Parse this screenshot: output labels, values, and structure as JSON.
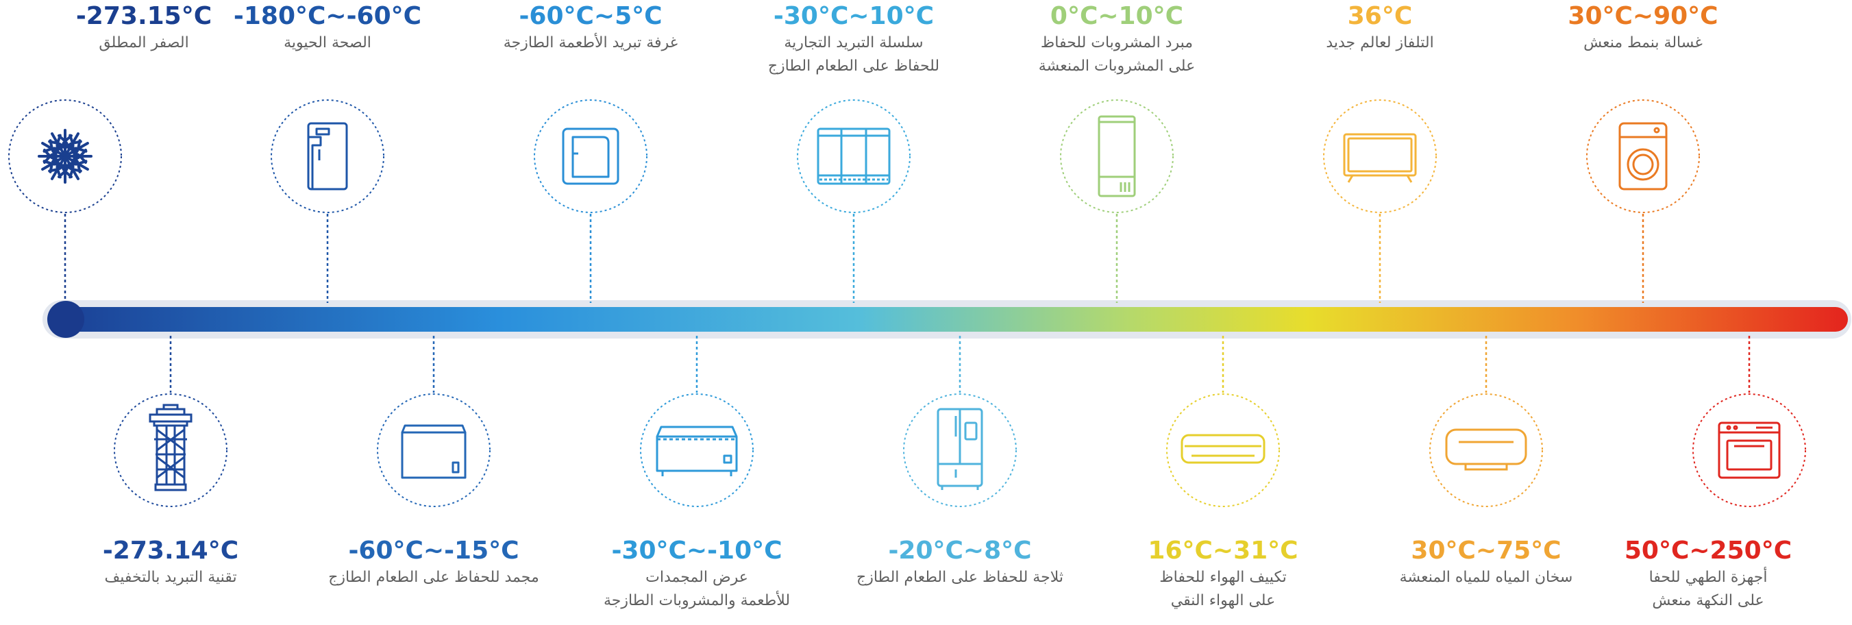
{
  "top_items": [
    {
      "temp": "-273.15°C",
      "lines": [
        "الصفر المطلق"
      ],
      "color": "#1a3f8f",
      "icon": "snowflake-icon"
    },
    {
      "temp": "-180°C~-60°C",
      "lines": [
        "الصحة الحيوية"
      ],
      "color": "#1e56a8",
      "icon": "biomedical-freezer-icon"
    },
    {
      "temp": "-60°C~5°C",
      "lines": [
        "غرفة تبريد الأطعمة الطازجة"
      ],
      "color": "#2a8fd6",
      "icon": "cold-room-icon"
    },
    {
      "temp": "-30°C~10°C",
      "lines": [
        "سلسلة التبريد التجارية",
        "للحفاظ على الطعام الطازج"
      ],
      "color": "#3aa9dc",
      "icon": "commercial-display-cabinet-icon"
    },
    {
      "temp": "0°C~10°C",
      "lines": [
        "مبرد المشروبات للحفاظ",
        "على المشروبات المنعشة"
      ],
      "color": "#9fcf7a",
      "icon": "beverage-cooler-icon"
    },
    {
      "temp": "36°C",
      "lines": [
        "التلفاز لعالم جديد"
      ],
      "color": "#f4b43a",
      "icon": "television-icon"
    },
    {
      "temp": "30°C~90°C",
      "lines": [
        "غسالة بنمط منعش"
      ],
      "color": "#ea7a22",
      "icon": "washing-machine-icon"
    }
  ],
  "bottom_items": [
    {
      "temp": "-273.14°C",
      "lines": [
        "تقنية التبريد بالتخفيف"
      ],
      "color": "#1e4a9c",
      "icon": "dilution-refrigerator-icon"
    },
    {
      "temp": "-60°C~-15°C",
      "lines": [
        "مجمد للحفاظ على الطعام الطازج"
      ],
      "color": "#2467b6",
      "icon": "chest-freezer-icon"
    },
    {
      "temp": "-30°C~-10°C",
      "lines": [
        "عرض المجمدات",
        "للأطعمة والمشروبات الطازجة"
      ],
      "color": "#2e9ad9",
      "icon": "display-freezer-icon"
    },
    {
      "temp": "-20°C~8°C",
      "lines": [
        "ثلاجة للحفاظ على الطعام الطازج"
      ],
      "color": "#4fb3dd",
      "icon": "refrigerator-icon"
    },
    {
      "temp": "16°C~31°C",
      "lines": [
        "تكييف الهواء للحفاظ",
        "على الهواء النقي"
      ],
      "color": "#e6cf2c",
      "icon": "air-conditioner-icon"
    },
    {
      "temp": "30°C~75°C",
      "lines": [
        "سخان المياه للمياه المنعشة"
      ],
      "color": "#f0a533",
      "icon": "water-heater-icon"
    },
    {
      "temp": "50°C~250°C",
      "lines": [
        "أجهزة الطهي للحفا",
        "على النكهة منعش"
      ],
      "color": "#e0261f",
      "icon": "oven-icon"
    }
  ]
}
